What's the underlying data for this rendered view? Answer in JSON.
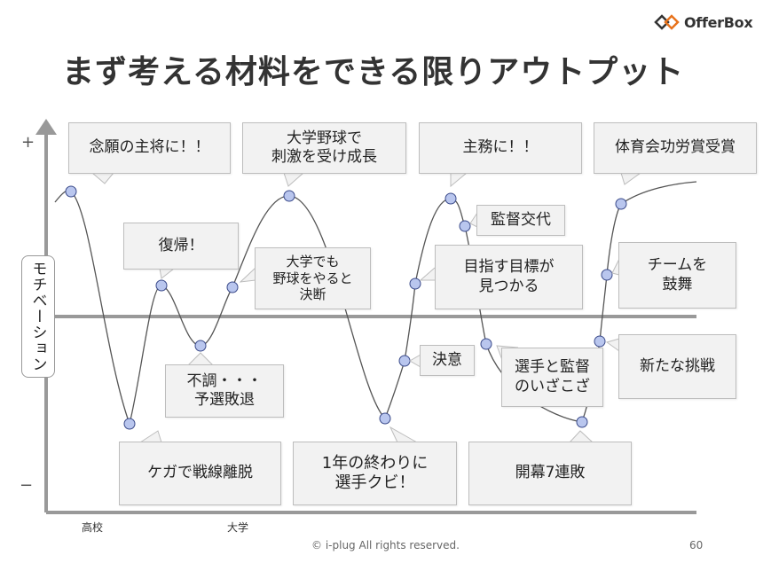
{
  "logo": {
    "text": "OfferBox",
    "icon": "offerbox-logo-icon"
  },
  "title": "まず考える材料をできる限りアウトプット",
  "y_axis": {
    "label": "モチベーション",
    "plus": "+",
    "minus": "−"
  },
  "x_axis": {
    "labels": [
      "高校",
      "大学"
    ]
  },
  "callouts": [
    {
      "id": "nengan",
      "text": "念願の主将に！！"
    },
    {
      "id": "daigaku-yakyu",
      "text": "大学野球で\n刺激を受け成長"
    },
    {
      "id": "shumu",
      "text": "主務に！！"
    },
    {
      "id": "taiikukai",
      "text": "体育会功労賞受賞"
    },
    {
      "id": "fukki",
      "text": "復帰！"
    },
    {
      "id": "daigaku-demo",
      "text": "大学でも\n野球をやると\n決断"
    },
    {
      "id": "kantoku-kotai",
      "text": "監督交代"
    },
    {
      "id": "mezasu",
      "text": "目指す目標が\n見つかる"
    },
    {
      "id": "team",
      "text": "チームを\n鼓舞"
    },
    {
      "id": "ketsui",
      "text": "決意"
    },
    {
      "id": "fucho",
      "text": "不調・・・\n予選敗退"
    },
    {
      "id": "senshu-kantoku",
      "text": "選手と監督\nのいざこざ"
    },
    {
      "id": "aratana",
      "text": "新たな挑戦"
    },
    {
      "id": "kega",
      "text": "ケガで戦線離脱"
    },
    {
      "id": "ichinen",
      "text": "1年の終わりに\n選手クビ！"
    },
    {
      "id": "kaimaku",
      "text": "開幕7連敗"
    }
  ],
  "footer": {
    "copyright": "© i-plug  All rights reserved.",
    "page": "60"
  },
  "colors": {
    "axis": "#999999",
    "curve": "#555555",
    "point_fill": "#b9c6ee",
    "point_stroke": "#3a4a8a",
    "box_fill": "#f2f2f2"
  }
}
